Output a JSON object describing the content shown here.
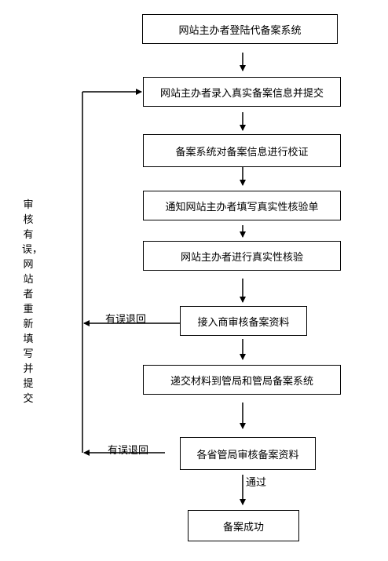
{
  "flow": {
    "steps": [
      "网站主办者登陆代备案系统",
      "网站主办者录入真实备案信息并提交",
      "备案系统对备案信息进行校证",
      "通知网站主办者填写真实性核验单",
      "网站主办者进行真实性核验",
      "接入商审核备案资料",
      "递交材料到管局和管局备案系统",
      "各省管局审核备案资料",
      "备案成功"
    ],
    "reject_label_1": "有误退回",
    "reject_label_2": "有误退回",
    "pass_label": "通过",
    "side_note": "审核有误，网站者重新填写并提交"
  }
}
